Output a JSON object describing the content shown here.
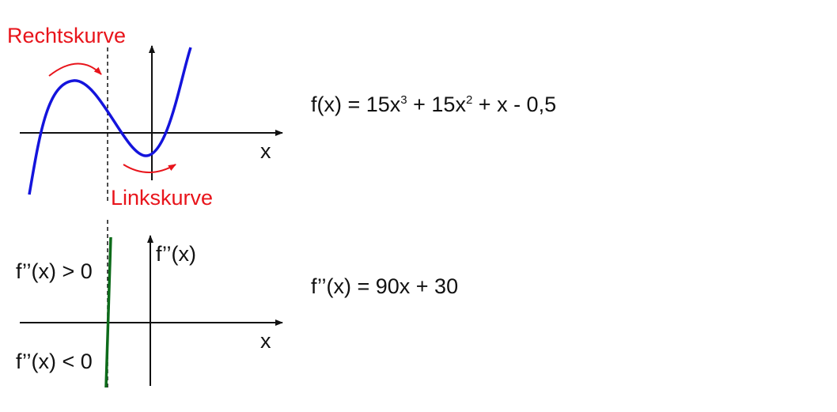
{
  "colors": {
    "curve": "#1414dc",
    "second_derivative_line": "#0d6b1a",
    "annotation": "#e8141b",
    "axes": "#111111"
  },
  "top_graph": {
    "label_right_curve": "Rechtskurve",
    "label_left_curve": "Linkskurve",
    "x_axis_label": "x"
  },
  "bottom_graph": {
    "y_axis_label": "f’’(x)",
    "x_axis_label": "x",
    "label_positive": "f’’(x) > 0",
    "label_negative": "f’’(x) < 0"
  },
  "equations": {
    "f_prefix": "f(x) = 15x",
    "f_exp3": "3",
    "f_mid": " + 15x",
    "f_exp2": "2",
    "f_suffix": " + x - 0,5",
    "f2": "f’’(x) = 90x + 30"
  }
}
